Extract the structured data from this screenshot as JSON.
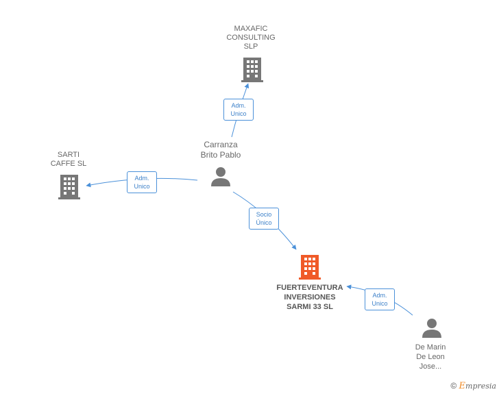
{
  "colors": {
    "company": "#777777",
    "company_main": "#f05a28",
    "person": "#777777",
    "edge": "#4a90d9"
  },
  "nodes": {
    "maxafic": {
      "label": "MAXAFIC\nCONSULTING\nSLP",
      "icon": "building-icon"
    },
    "sarti": {
      "label": "SARTI\nCAFFE SL",
      "icon": "building-icon"
    },
    "carranza": {
      "label": "Carranza\nBrito Pablo",
      "icon": "person-icon"
    },
    "fuerteventura": {
      "label": "FUERTEVENTURA\nINVERSIONES\nSARMI 33  SL",
      "icon": "building-icon"
    },
    "demarin": {
      "label": "De Marin\nDe Leon\nJose...",
      "icon": "person-icon"
    }
  },
  "edges": {
    "carranza_maxafic": "Adm.\nUnico",
    "carranza_sarti": "Adm.\nUnico",
    "carranza_fuerteventura": "Socio\nÚnico",
    "demarin_fuerteventura": "Adm.\nUnico"
  },
  "footer": {
    "copyright": "©",
    "brand_initial": "E",
    "brand_rest": "mpresia"
  }
}
